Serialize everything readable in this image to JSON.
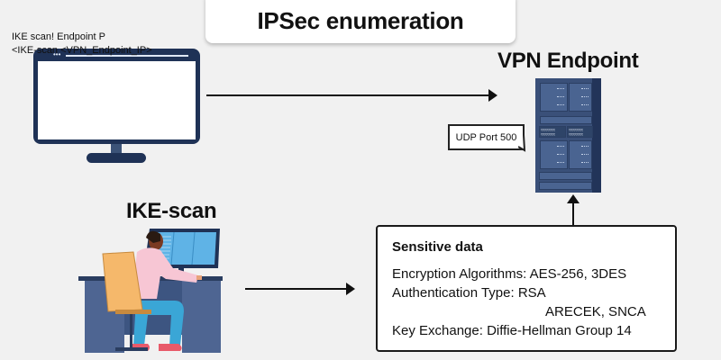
{
  "title": "IPSec enumeration",
  "monitor": {
    "dots": "•••",
    "lines": [
      "IKE scan! Endpoint P",
      "<IKE-scan <VPN_Endpoint_IP>"
    ]
  },
  "vpn_endpoint": {
    "label": "VPN Endpoint",
    "callout": "UDP Port 500"
  },
  "attacker": {
    "label": "IKE-scan"
  },
  "sensitive_data": {
    "heading": "Sensitive data",
    "lines": [
      "Encryption Algorithms: AES-256, 3DES",
      "Authentication Type: RSA",
      "                                         ARECEK, SNCA",
      "Key Exchange: Diffie-Hellman Group 14"
    ]
  },
  "colors": {
    "background": "#f1f1f1",
    "navy": "#1f3256",
    "rack": "#3a5079",
    "screen_blue": "#5fb3e6",
    "shirt_pink": "#f7c6d4",
    "chair_orange": "#f5b86b",
    "pants_blue": "#3aa6d6"
  }
}
